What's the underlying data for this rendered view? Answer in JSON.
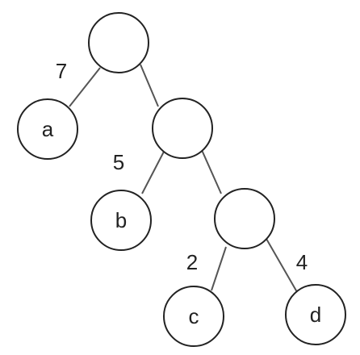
{
  "tree": {
    "nodes": [
      {
        "id": "root",
        "label": ""
      },
      {
        "id": "a",
        "label": "a"
      },
      {
        "id": "n2",
        "label": ""
      },
      {
        "id": "b",
        "label": "b"
      },
      {
        "id": "n3",
        "label": ""
      },
      {
        "id": "c",
        "label": "c"
      },
      {
        "id": "d",
        "label": "d"
      }
    ],
    "edges": [
      {
        "from": "root",
        "to": "a",
        "weight": "7"
      },
      {
        "from": "root",
        "to": "n2",
        "weight": ""
      },
      {
        "from": "n2",
        "to": "b",
        "weight": "5"
      },
      {
        "from": "n2",
        "to": "n3",
        "weight": ""
      },
      {
        "from": "n3",
        "to": "c",
        "weight": "2"
      },
      {
        "from": "n3",
        "to": "d",
        "weight": "4"
      }
    ]
  },
  "colors": {
    "stroke": "#222222",
    "edge": "#555555",
    "background": "#ffffff"
  }
}
